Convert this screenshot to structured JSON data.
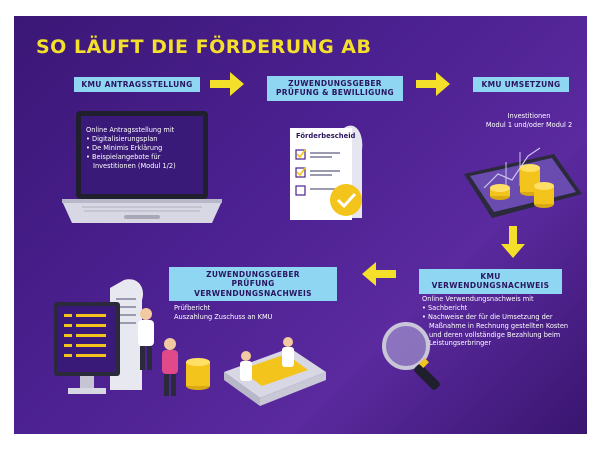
{
  "title": "SO LÄUFT DIE FÖRDERUNG AB",
  "steps": {
    "antrag": {
      "label": "KMU ANTRAGSSTELLUNG",
      "heading": "Online Antragsstellung mit",
      "items": [
        "Digitalisierungsplan",
        "De Minimis Erklärung",
        "Beispielangebote für Investitionen (Modul 1/2)"
      ]
    },
    "pruefung": {
      "label_line1": "ZUWENDUNGSGEBER",
      "label_line2": "PRÜFUNG & BEWILLIGUNG",
      "doc_title": "Förderbescheid"
    },
    "umsetzung": {
      "label": "KMU UMSETZUNG",
      "text_line1": "Investitionen",
      "text_line2": "Modul 1 und/oder Modul 2"
    },
    "nachweis": {
      "label": "KMU VERWENDUNGSNACHWEIS",
      "heading": "Online Verwendungsnachweis mit",
      "items": [
        "Sachbericht",
        "Nachweise der für die Umsetzung der Maßnahme in Rechnung gestellten Kosten und deren vollständige Bezahlung beim Leistungserbringer"
      ]
    },
    "verwendung": {
      "label_line1": "ZUWENDUNGSGEBER",
      "label_line2": "PRÜFUNG VERWENDUNGSNACHWEIS",
      "text_line1": "Prüfbericht",
      "text_line2": "Auszahlung Zuschuss an KMU"
    }
  },
  "colors": {
    "background": "#4b2090",
    "title": "#f4e02a",
    "label_bg": "#8fd6f2",
    "arrow": "#f4e02a",
    "coin": "#f3c51c"
  }
}
